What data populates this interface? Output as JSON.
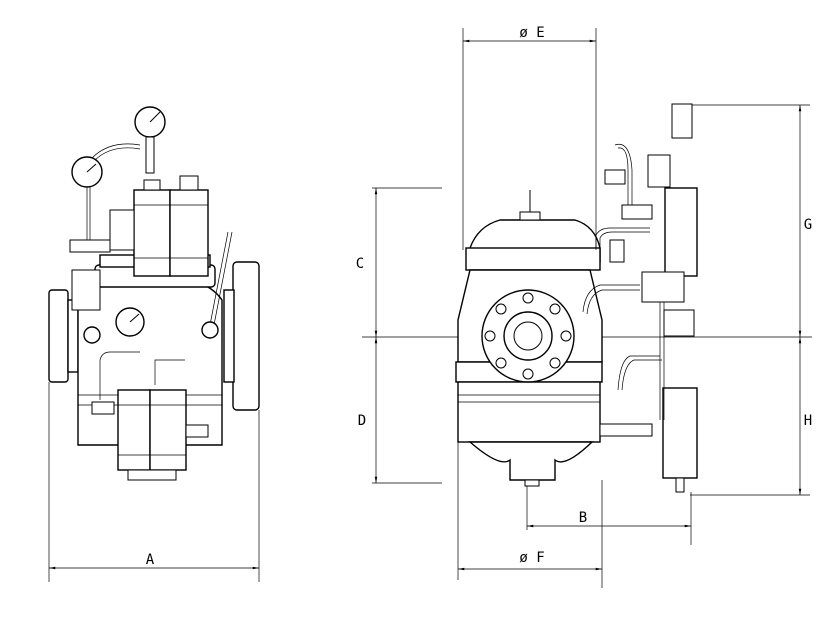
{
  "dimensions": {
    "A": "A",
    "B": "B",
    "C": "C",
    "D": "D",
    "E": "ø E",
    "F": "ø F",
    "G": "G",
    "H": "H"
  }
}
